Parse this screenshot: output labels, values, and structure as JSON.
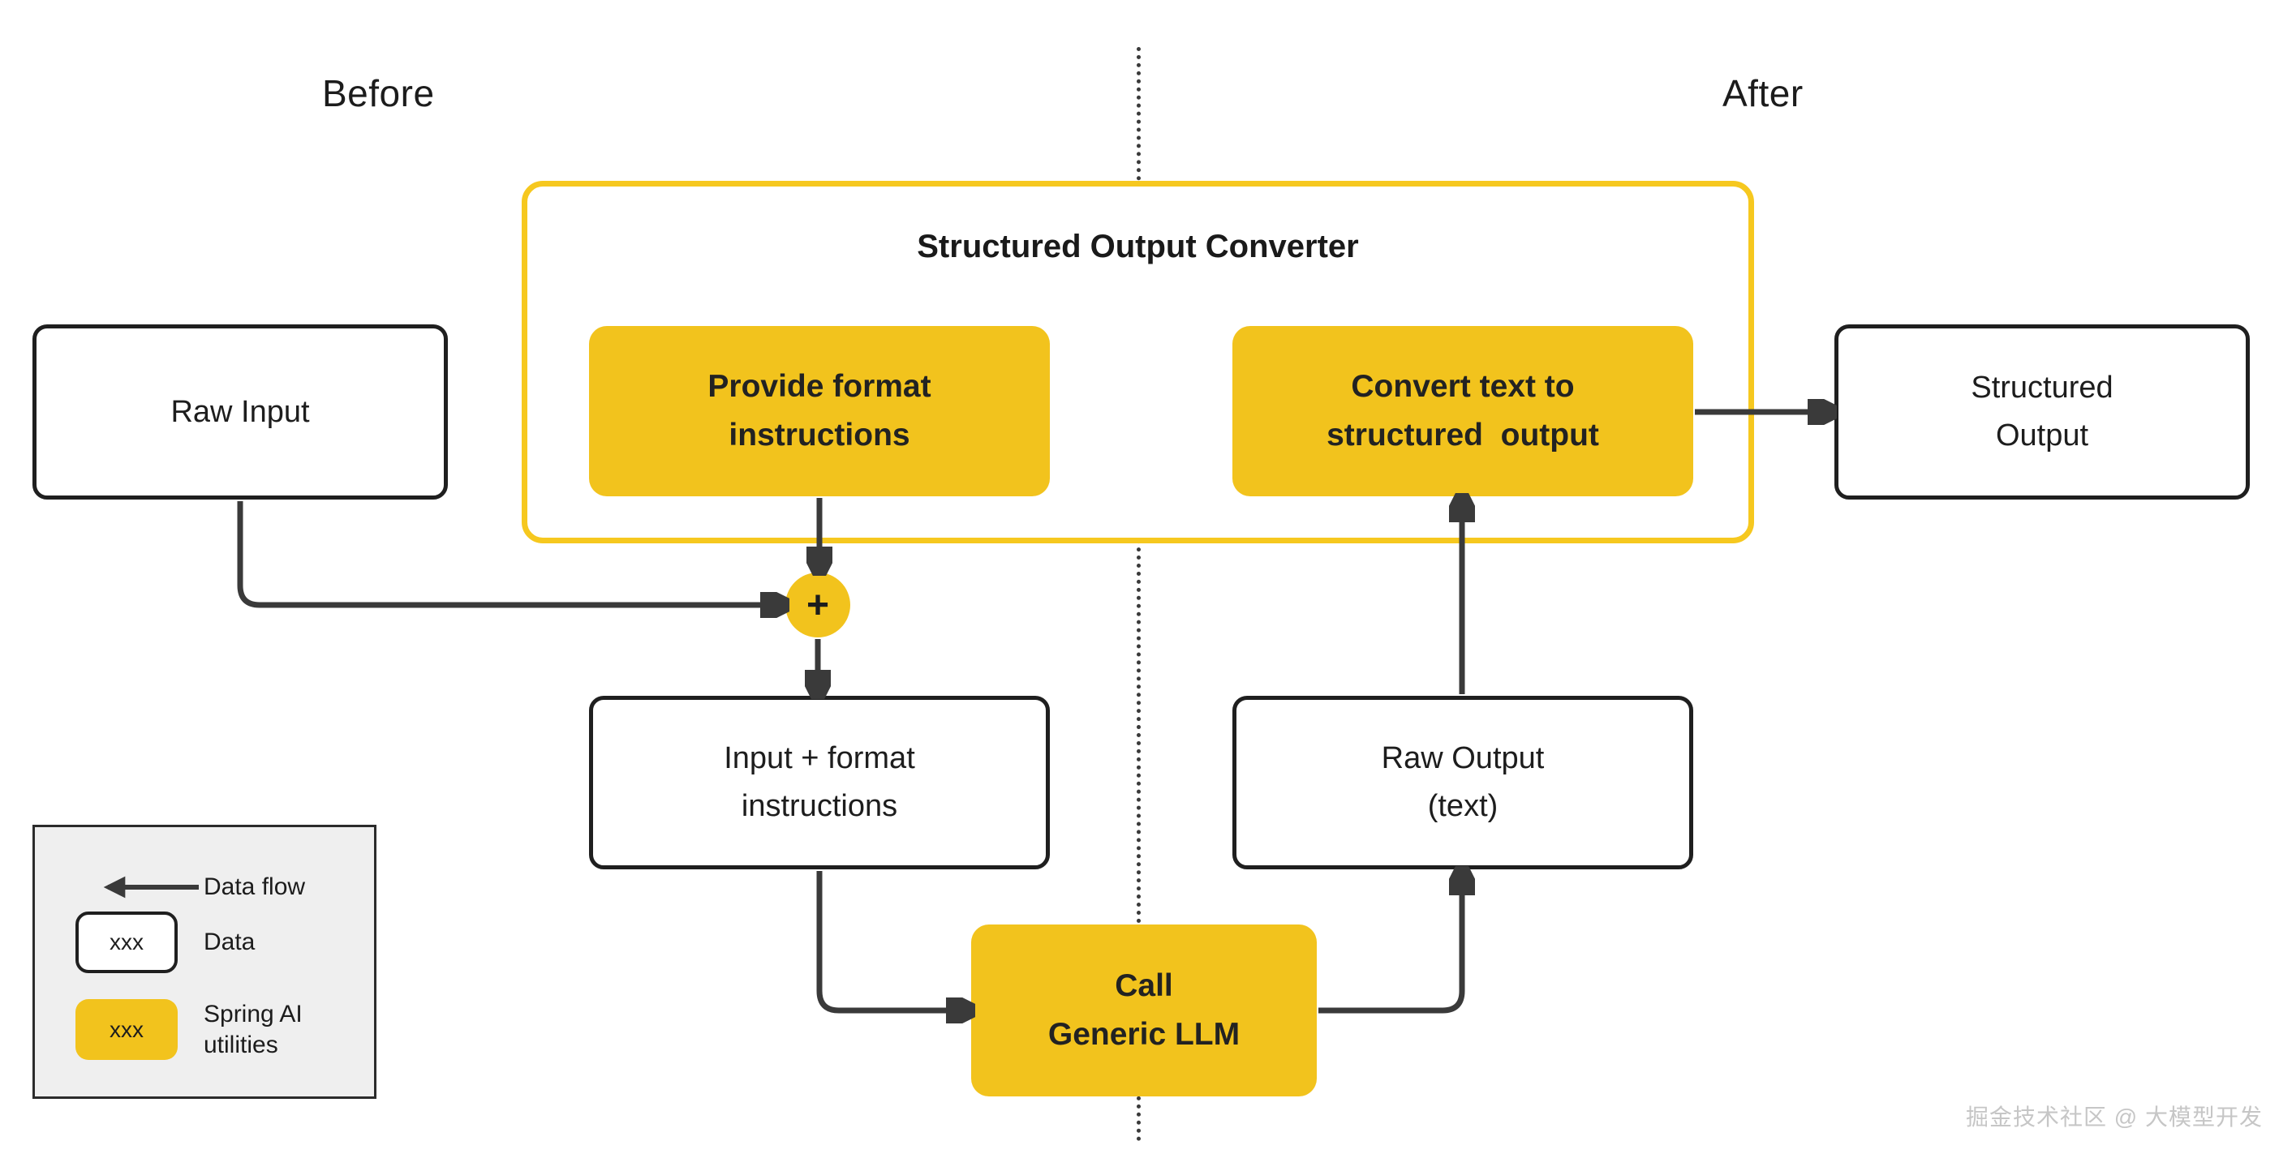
{
  "colors": {
    "yellow": "#F2C31D",
    "container_border": "#F6C81F",
    "dark": "#1F1F1F",
    "arrow": "#3A3A3A",
    "legend_bg": "#EFEFEF",
    "watermark_gray": "#C6C6C6"
  },
  "headings": {
    "before": "Before",
    "after": "After"
  },
  "converter": {
    "title": "Structured Output Converter"
  },
  "boxes": {
    "raw_input": {
      "lines": [
        "Raw Input"
      ]
    },
    "provide_format": {
      "lines": [
        "Provide format",
        "instructions"
      ]
    },
    "convert_text": {
      "lines": [
        "Convert text to",
        "structured  output"
      ]
    },
    "structured_output": {
      "lines": [
        "Structured",
        "Output"
      ]
    },
    "input_format": {
      "lines": [
        "Input + format",
        "instructions"
      ]
    },
    "raw_output": {
      "lines": [
        "Raw Output",
        "(text)"
      ]
    },
    "call_llm": {
      "lines": [
        "Call",
        "Generic LLM"
      ]
    }
  },
  "combine_node": {
    "symbol": "+"
  },
  "legend": {
    "items": [
      {
        "icon": "left-arrow",
        "label": "Data flow"
      },
      {
        "icon": "data-box",
        "sample": "xxx",
        "label": "Data"
      },
      {
        "icon": "spring-ai-box",
        "sample": "xxx",
        "label": "Spring AI utilities"
      }
    ]
  },
  "watermark": "掘金技术社区 @ 大模型开发"
}
